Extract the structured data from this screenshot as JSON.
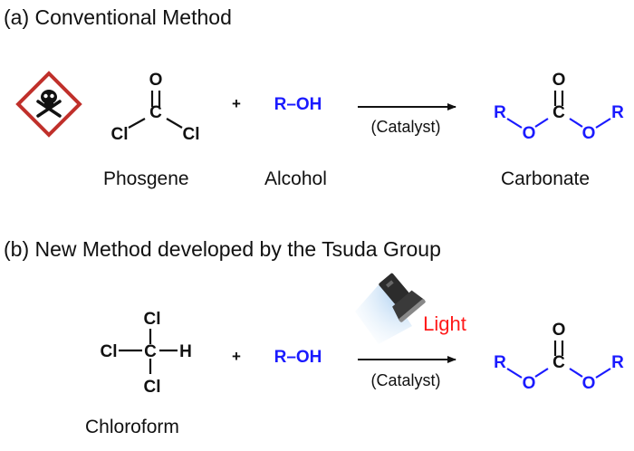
{
  "section_a": {
    "heading": "(a) Conventional Method",
    "phosgene_name": "Phosgene",
    "alcohol_name": "Alcohol",
    "carbonate_name": "Carbonate",
    "plus": "+",
    "alcohol_formula": "R–OH",
    "catalyst": "(Catalyst)",
    "hazard_icon": "skull-crossbones-hazard-icon"
  },
  "section_b": {
    "heading": "(b) New Method developed by the Tsuda Group",
    "chloroform_name": "Chloroform",
    "plus": "+",
    "alcohol_formula": "R–OH",
    "catalyst": "(Catalyst)",
    "light_label": "Light",
    "lamp_icon": "flashlight-icon"
  },
  "atoms": {
    "o": "O",
    "c": "C",
    "cl": "Cl",
    "h": "H",
    "r": "R"
  },
  "colors": {
    "text": "#111111",
    "blue": "#1a1aff",
    "red": "#ff1a1a",
    "hazard_red": "#c0302b",
    "bond": "#111111"
  }
}
